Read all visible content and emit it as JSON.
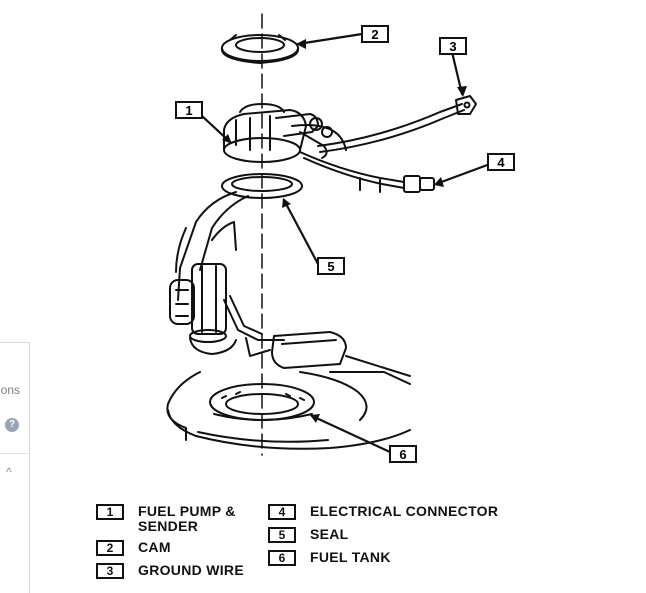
{
  "side_panel": {
    "text_fragment": "ions",
    "help_icon": "?",
    "chevron": "^"
  },
  "callouts": [
    "1",
    "2",
    "3",
    "4",
    "5",
    "6"
  ],
  "legend": [
    {
      "num": "1",
      "label": "FUEL PUMP & SENDER"
    },
    {
      "num": "2",
      "label": "CAM"
    },
    {
      "num": "3",
      "label": "GROUND WIRE"
    },
    {
      "num": "4",
      "label": "ELECTRICAL CONNECTOR"
    },
    {
      "num": "5",
      "label": "SEAL"
    },
    {
      "num": "6",
      "label": "FUEL TANK"
    }
  ]
}
